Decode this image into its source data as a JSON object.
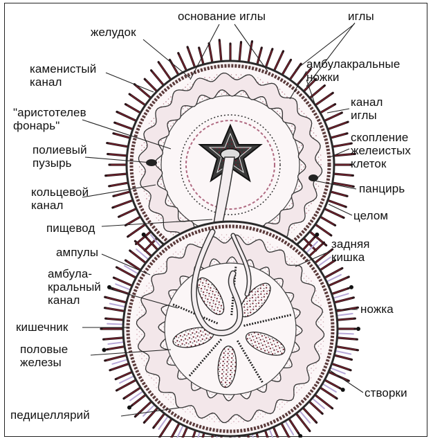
{
  "labels": {
    "osnovanie_igly": "основание иглы",
    "igly": "иглы",
    "zheludok": "желудок",
    "kamenisty_kanal": "каменистый\nканал",
    "ambulakralnye_nozhki": "амбулакральные\nножки",
    "kanal_igly": "канал\nиглы",
    "aristotelev_fonar": "\"аристотелев\nфонарь\"",
    "skoplenie": "скопление\nжелеистых\nклеток",
    "polievy_puzyr": "полиевый\nпузырь",
    "pantsir": "панцирь",
    "koltsevoy_kanal": "кольцевой\nканал",
    "tselom": "целом",
    "pishchevod": "пищевод",
    "zadnyaya_kishka": "задняя\nкишка",
    "ampuly": "ампулы",
    "ambulakralny_kanal": "амбула-\nкральный\nканал",
    "nozhka": "ножка",
    "kishechnik": "кишечник",
    "polovye_zhelezy": "половые\nжелезы",
    "stvorki": "створки",
    "peditsellyariy": "педицеллярий"
  },
  "colors": {
    "ink": "#1a1a1a",
    "spine": "#7a2430",
    "spine_dark": "#2a1418",
    "tube_foot": "#b7a8d8",
    "pink_tissue": "#c98aa0",
    "gut_fill": "#f4eef0",
    "shell": "#3a2a2a"
  }
}
